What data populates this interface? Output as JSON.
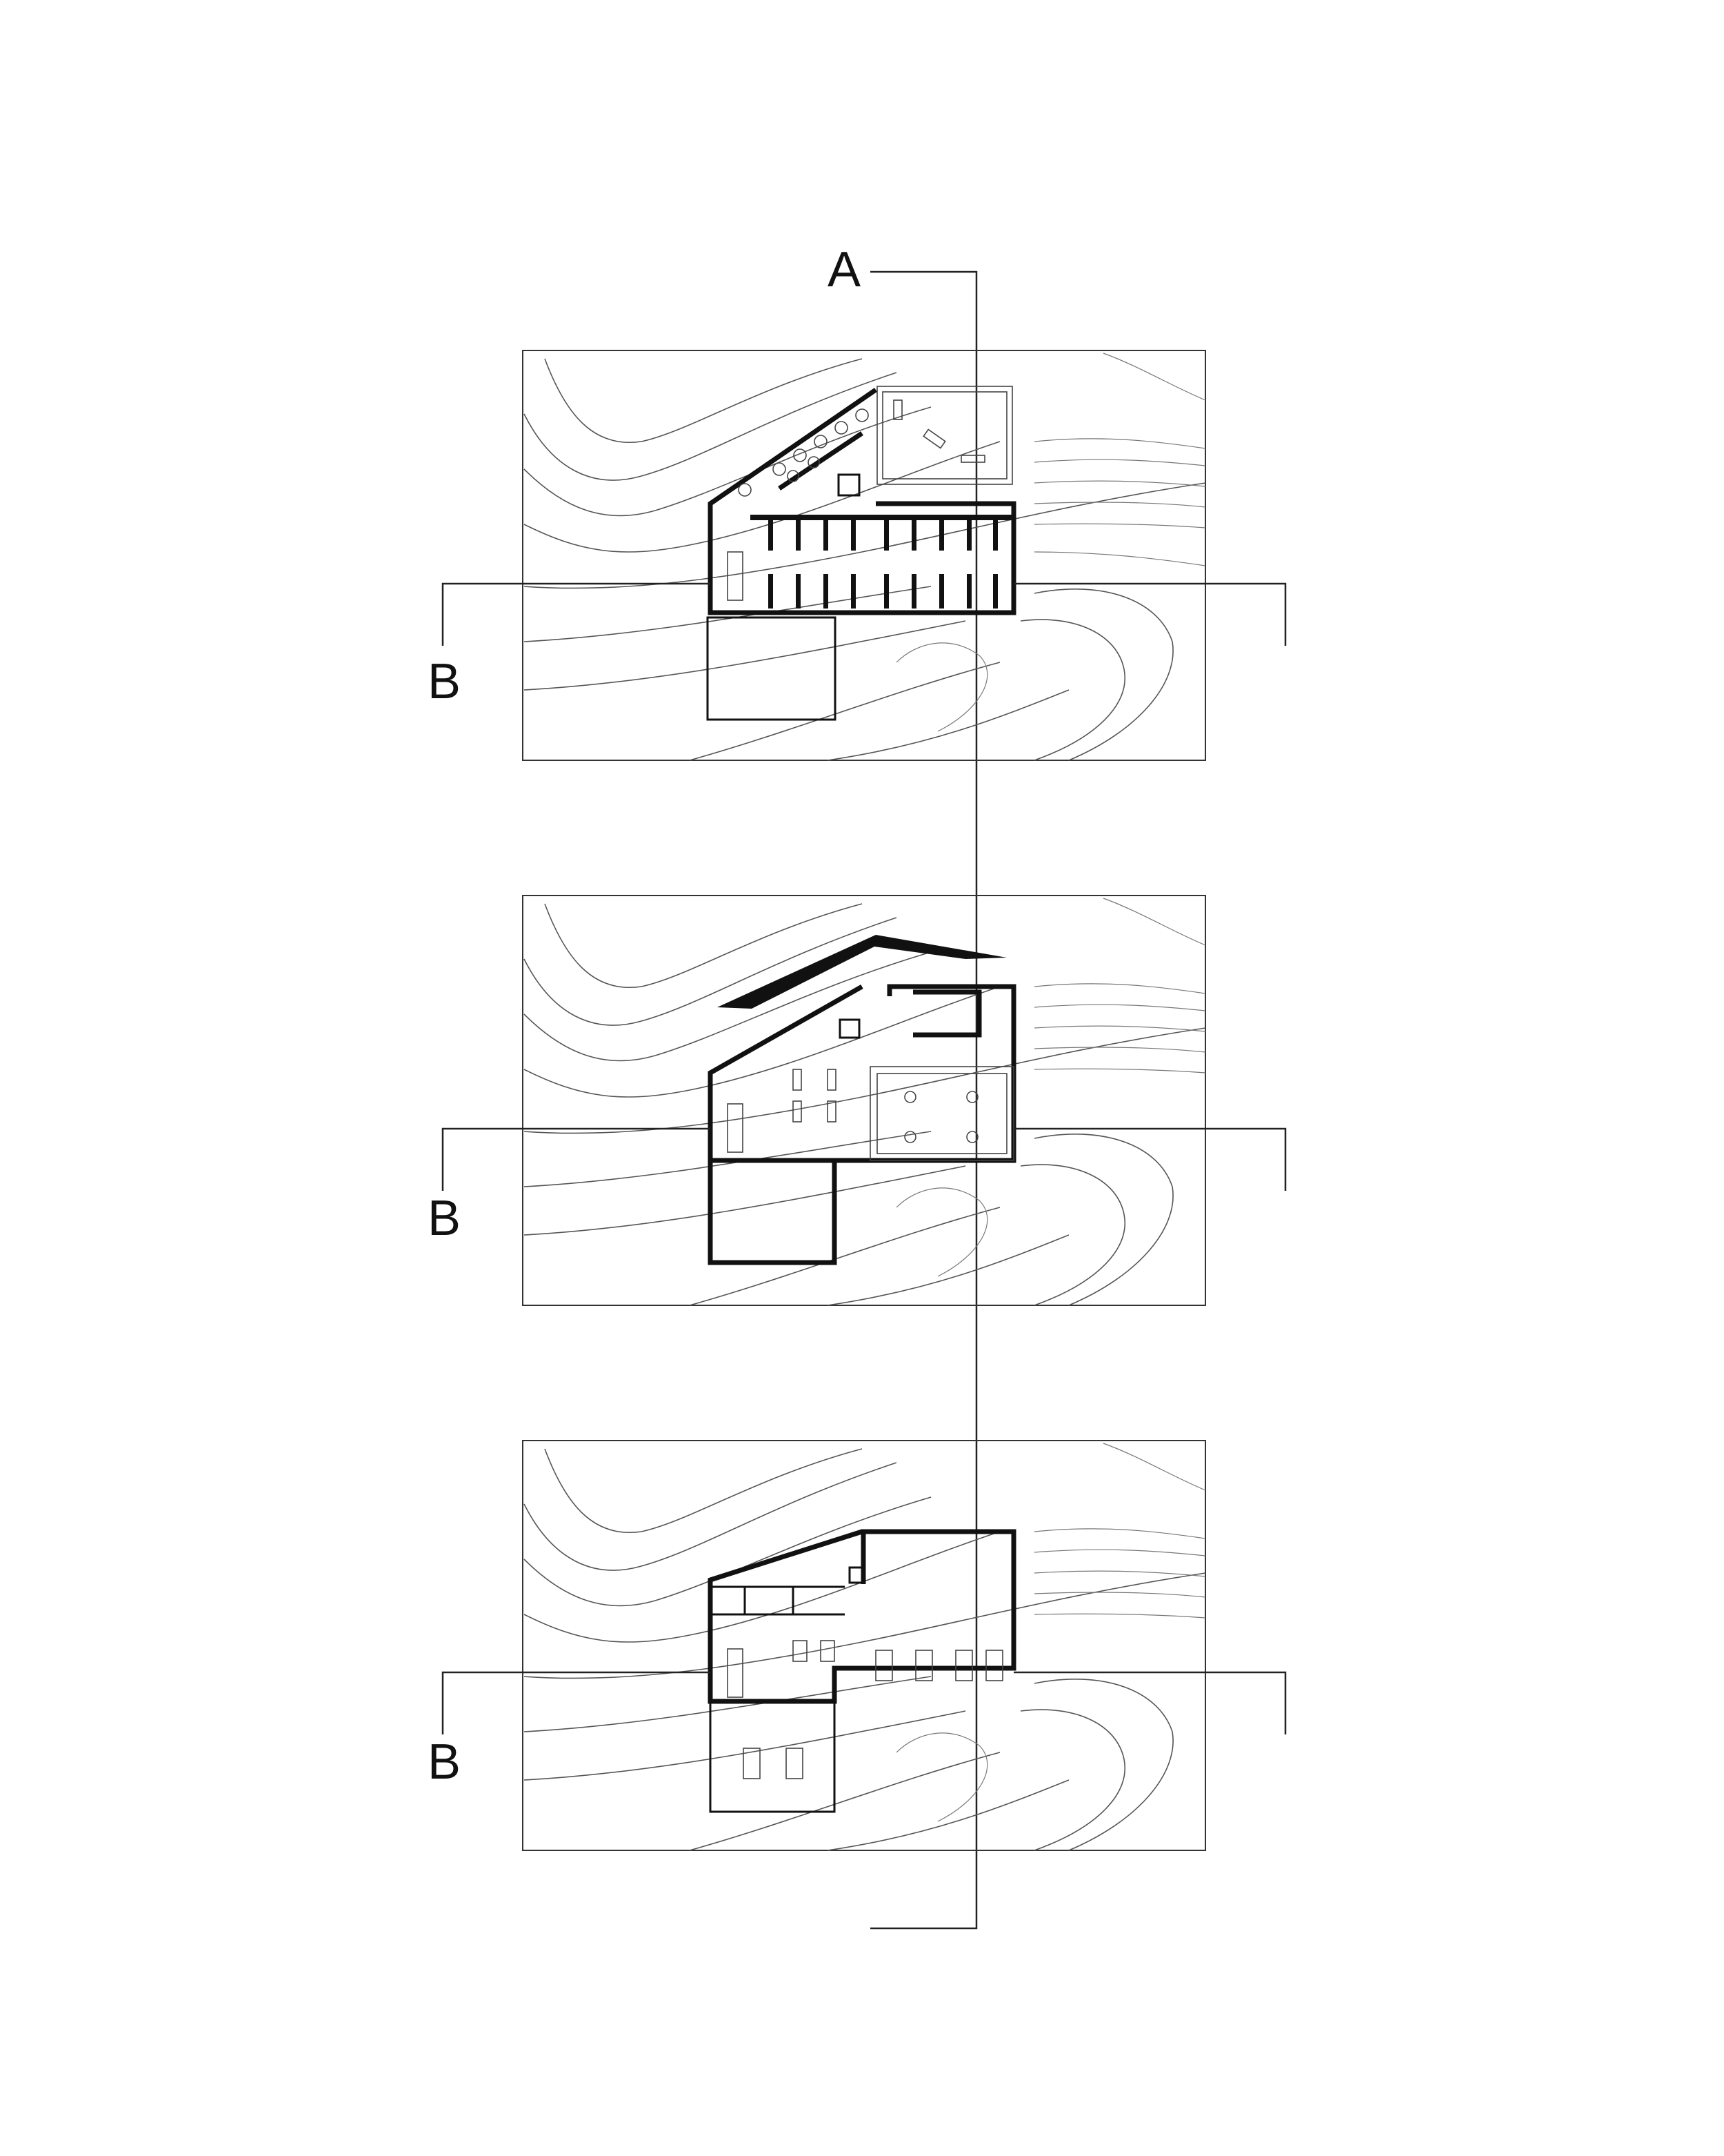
{
  "section_lines": {
    "vertical_label": "A",
    "horizontal_label": "B"
  },
  "plans": [
    {
      "id": "upper"
    },
    {
      "id": "middle"
    },
    {
      "id": "lower"
    }
  ]
}
